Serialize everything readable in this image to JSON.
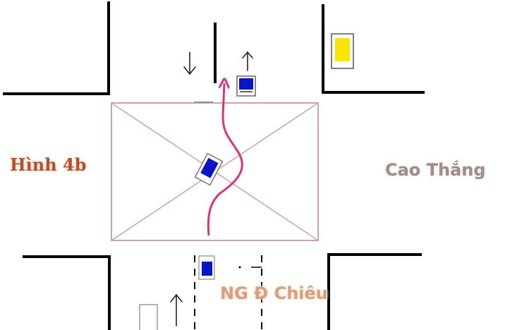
{
  "labels": {
    "figure_label": "Hình 4b",
    "street_east": "Cao Thắng",
    "street_south": "NG Đ Chiêu"
  },
  "colors": {
    "road_edge": "#000000",
    "intersection_box": "#c9a5a5",
    "vehicle_path": "#d6367f",
    "vehicle_body": "#0a14c8",
    "parked_vehicle": "#f6e600"
  },
  "icons": {
    "direction_down": "arrow-down-icon",
    "direction_up": "arrow-up-icon"
  }
}
